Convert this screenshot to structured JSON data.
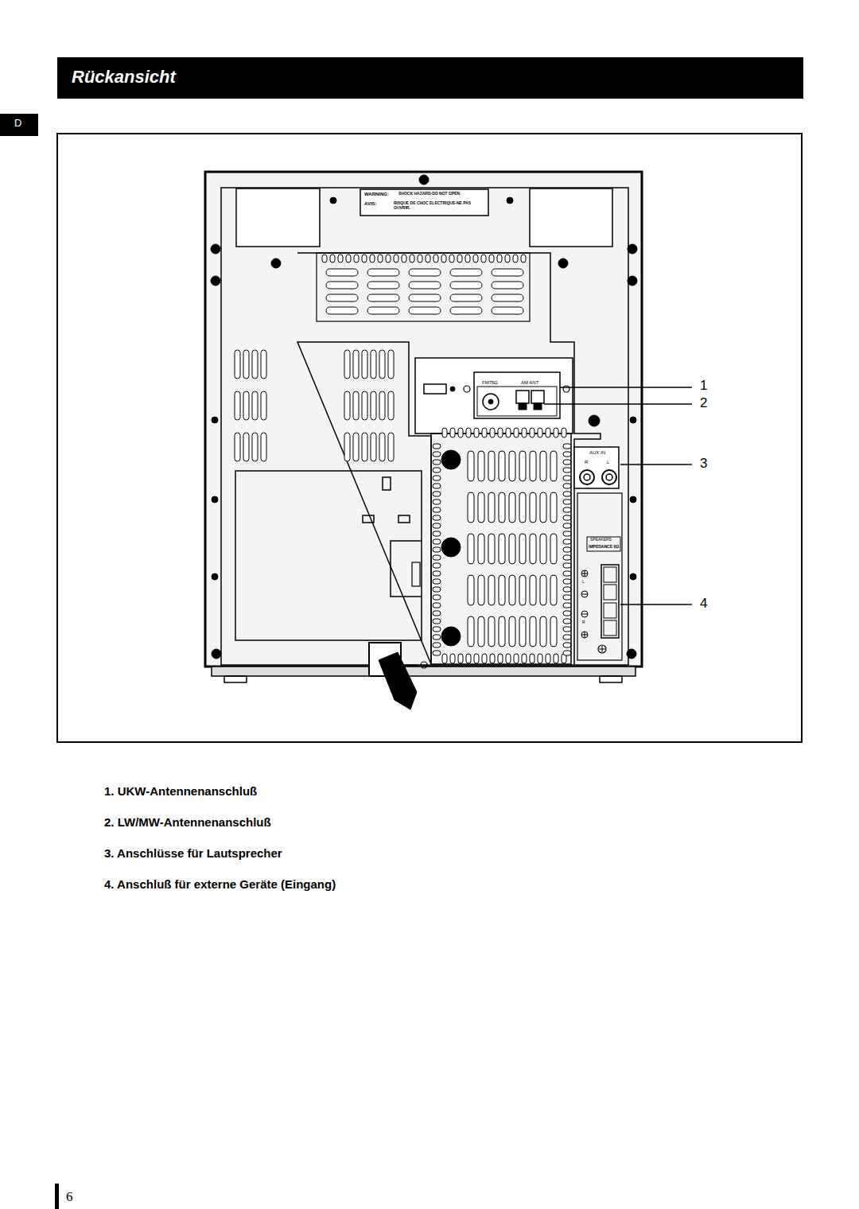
{
  "diagram": {
    "title": "Rückansicht",
    "labels": [
      "D",
      "WARNING:",
      "SHOCK HAZARD-DO NOT OPEN.",
      "AVIS:",
      "RISQUE DE CHOC ELECTRIQUE-NE PAS OUVRIR.",
      "FM75Ω",
      "AM ANT",
      "AUX IN",
      "R",
      "L",
      "SPEAKERS",
      "IMPEDANCE 6Ω",
      "L",
      "R",
      "1",
      "2",
      "3",
      "4",
      "1. UKW-Antennenanschluß",
      "2. LW/MW-Antennenanschluß",
      "3. Anschlüsse für Lautsprecher",
      "4. Anschluß für externe Geräte (Eingang)",
      "6"
    ]
  }
}
